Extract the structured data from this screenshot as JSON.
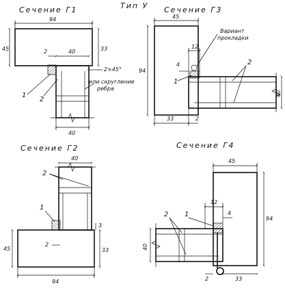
{
  "titles": {
    "g1": "Сечение Г1",
    "type": "Тип У",
    "g3": "Сечение Г3",
    "g2": "Сечение Г2",
    "g4": "Сечение Г4"
  },
  "g1": {
    "d94": "94",
    "d45": "45",
    "d2": "2",
    "d40_top": "40",
    "d33": "33",
    "d40_bot": "40",
    "l1": "1",
    "l2": "2",
    "note1": "2×45°",
    "note2": "или скругление",
    "note3": "ребра"
  },
  "g3": {
    "d45": "45",
    "d94": "94",
    "d12": "12",
    "d4": "4",
    "d40": "40",
    "d33": "33",
    "d2": "2",
    "l1": "1",
    "l2": "2",
    "note1": "Вариант",
    "note2": "прокладки"
  },
  "g2": {
    "d40": "40",
    "d3": "3",
    "d45": "45",
    "d2": "2",
    "d33": "33",
    "d94": "94",
    "l1": "1",
    "l2": "2"
  },
  "g4": {
    "d45": "45",
    "d94": "94",
    "d12": "12",
    "d4": "4",
    "d40": "40",
    "d33": "33",
    "d2": "2",
    "l1": "1",
    "l2": "2"
  }
}
